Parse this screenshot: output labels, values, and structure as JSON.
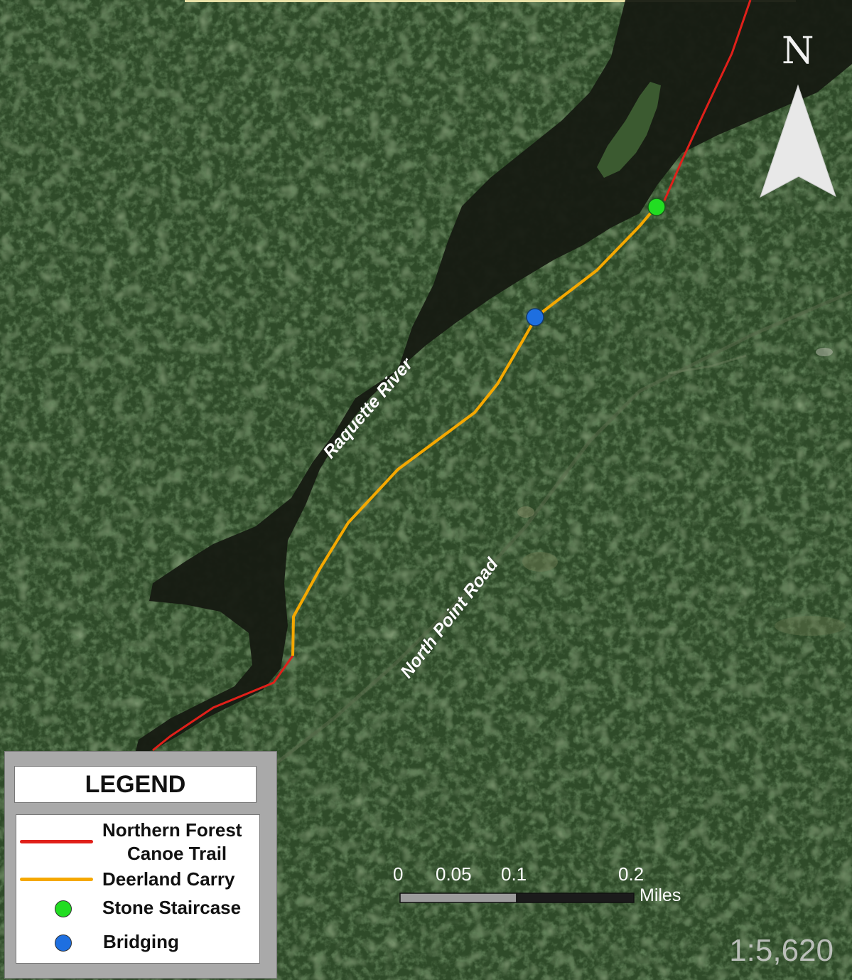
{
  "labels": {
    "river": "Raquette River",
    "road": "North Point Road"
  },
  "north_arrow": {
    "letter": "N"
  },
  "legend": {
    "title": "LEGEND",
    "items": [
      {
        "label_line1": "Northern Forest",
        "label_line2": "Canoe Trail",
        "symbol": "line",
        "color": "#e0201a"
      },
      {
        "label": "Deerland Carry",
        "symbol": "line",
        "color": "#f5a800"
      },
      {
        "label": "Stone Staircase",
        "symbol": "dot",
        "color": "#22dd22"
      },
      {
        "label": "Bridging",
        "symbol": "dot",
        "color": "#1e6fe0"
      }
    ]
  },
  "scale_bar": {
    "ticks": [
      "0",
      "0.05",
      "0.1",
      "0.2"
    ],
    "units": "Miles"
  },
  "scale_ratio": "1:5,620",
  "colors": {
    "canoe_trail": "#e0201a",
    "carry_trail": "#f5a800",
    "staircase": "#22dd22",
    "bridging": "#1e6fe0",
    "forest": "#2e4a28",
    "river": "#161a12"
  }
}
